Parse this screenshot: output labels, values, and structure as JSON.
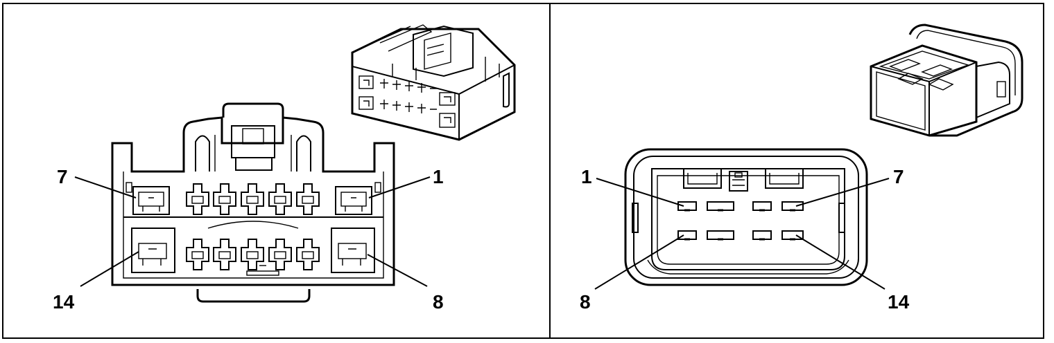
{
  "left_view": {
    "labels": {
      "top_left": "7",
      "top_right": "1",
      "bottom_left": "14",
      "bottom_right": "8"
    }
  },
  "right_view": {
    "labels": {
      "top_left": "1",
      "top_right": "7",
      "bottom_left": "8",
      "bottom_right": "14"
    }
  }
}
